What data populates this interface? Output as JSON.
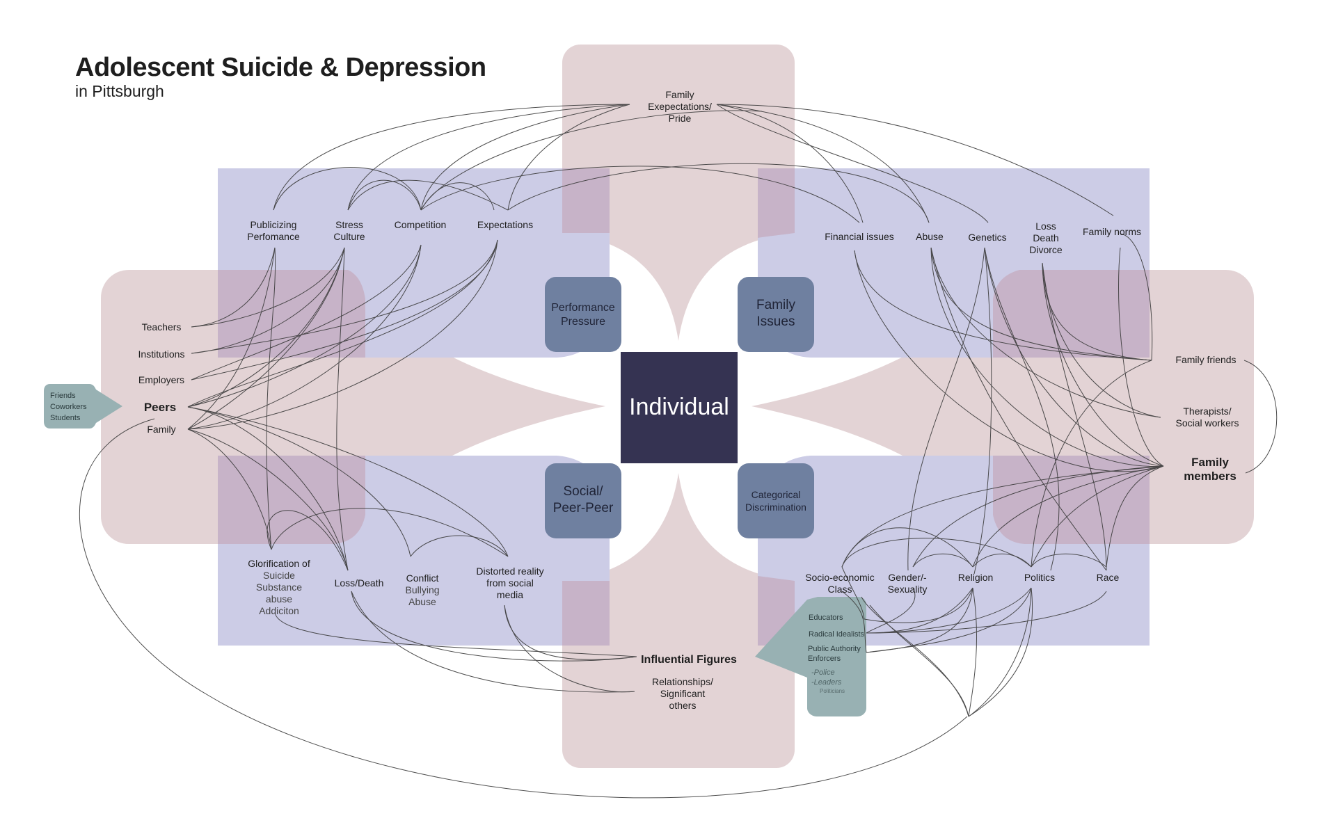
{
  "title": "Adolescent Suicide & Depression",
  "subtitle": "in Pittsburgh",
  "center": "Individual",
  "quadrants": {
    "performance": "Performance|Pressure",
    "family": "Family|Issues",
    "social": "Social/|Peer-Peer",
    "categorical": "Categorical|Discrimination"
  },
  "top": "Family|Exepectations/|Pride",
  "performance_factors": {
    "publicizing": "Publicizing|Perfomance",
    "stress": "Stress|Culture",
    "competition": "Competition",
    "expectations": "Expectations"
  },
  "family_factors": {
    "financial": "Financial issues",
    "abuse": "Abuse",
    "genetics": "Genetics",
    "loss": "Loss|Death|Divorce",
    "norms": "Family norms"
  },
  "left_actors": {
    "teachers": "Teachers",
    "institutions": "Institutions",
    "employers": "Employers",
    "peers": "Peers",
    "family": "Family"
  },
  "peer_callout": "Friends|Coworkers|Students",
  "right_actors": {
    "family_friends": "Family friends",
    "therapists": "Therapists/|Social workers",
    "family_members": "Family|members"
  },
  "social_factors": {
    "glorification": "Glorification of",
    "glorification_items": "Suicide|Substance|abuse|Addiciton",
    "loss_death": "Loss/Death",
    "conflict": "Conflict",
    "conflict_items": "Bullying|Abuse",
    "distorted": "Distorted reality|from social|media"
  },
  "categorical_factors": {
    "socio": "Socio-economic|Class",
    "gender": "Gender/-|Sexuality",
    "religion": "Religion",
    "politics": "Politics",
    "race": "Race"
  },
  "bottom_actors": {
    "influential": "Influential Figures",
    "relationships": "Relationships/|Significant|others"
  },
  "influential_callout": {
    "educators": "Educators",
    "radical": "Radical Idealists",
    "public": "Public Authority|Enforcers",
    "police": "-Police",
    "leaders": "-Leaders",
    "politicians": "Politicians"
  },
  "colors": {
    "pink_band": "#e3d3d5",
    "blue_band": "#cccce6",
    "overlap": "#c7b3c8",
    "quadrant_box": "#6f80a0",
    "center_box": "#353352",
    "callout": "#98b1b3",
    "line": "#3a3a3a"
  }
}
